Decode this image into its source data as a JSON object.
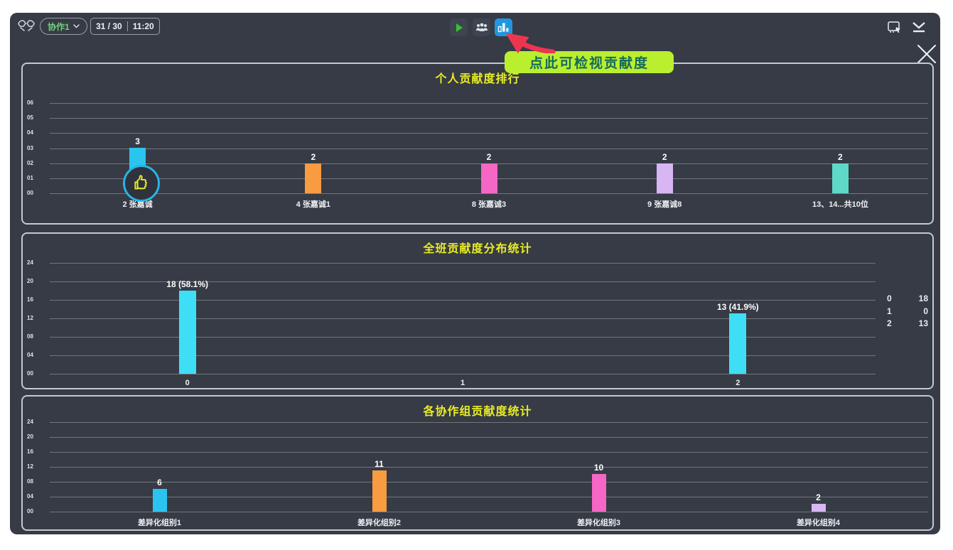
{
  "topbar": {
    "session_label": "协作1",
    "counter": "31 / 30",
    "time": "11:20",
    "tooltip": "点此可检视贡献度"
  },
  "icons": {
    "hands": "collaboration-hands",
    "play": "play-triangle",
    "people": "student-group",
    "chart": "bar-chart",
    "screen": "screen-select",
    "minimize": "collapse-down",
    "close": "close-x",
    "chevron": "chevron-down",
    "thumb": "thumbs-up"
  },
  "colors": {
    "background": "#363b45",
    "panel_border": "#c3c9d2",
    "title_yellow": "#e9ed25",
    "tooltip_bg": "#b9ef2f",
    "tooltip_text": "#156a5c",
    "arrow_red": "#ee3550",
    "active_icon_blue": "#2196e0",
    "play_green": "#35c42f",
    "session_green": "#72d079",
    "bar_cyan": "#2bc4ef",
    "bar_cyan_bright": "#3fdef7",
    "bar_orange": "#f89b41",
    "bar_pink": "#f566c5",
    "bar_lavender": "#d7b6f3",
    "bar_teal": "#5ed8c8"
  },
  "chart_data": [
    {
      "type": "bar",
      "title": "个人贡献度排行",
      "categories": [
        "2 张嘉诚",
        "4 张嘉诚1",
        "8 张嘉诚3",
        "9 张嘉诚8",
        "13、14...共10位"
      ],
      "values": [
        3,
        2,
        2,
        2,
        2
      ],
      "bar_colors": [
        "#2bc4ef",
        "#f89b41",
        "#f566c5",
        "#d7b6f3",
        "#5ed8c8"
      ],
      "ylim": [
        0,
        6
      ],
      "yticks": [
        "06",
        "05",
        "04",
        "03",
        "02",
        "01",
        "00"
      ],
      "grid": true,
      "legend": "none"
    },
    {
      "type": "bar",
      "title": "全班贡献度分布统计",
      "categories": [
        "0",
        "1",
        "2"
      ],
      "values": [
        18,
        0,
        13
      ],
      "value_labels": [
        "18 (58.1%)",
        "",
        "13 (41.9%)"
      ],
      "bar_colors": [
        "#3fdef7",
        "#3fdef7",
        "#3fdef7"
      ],
      "ylim": [
        0,
        24
      ],
      "yticks": [
        "24",
        "20",
        "16",
        "12",
        "08",
        "04",
        "00"
      ],
      "grid": true,
      "legend": "right-table",
      "side_table": [
        [
          "0",
          "18"
        ],
        [
          "1",
          "0"
        ],
        [
          "2",
          "13"
        ]
      ]
    },
    {
      "type": "bar",
      "title": "各协作组贡献度统计",
      "categories": [
        "差异化组别1",
        "差异化组别2",
        "差异化组别3",
        "差异化组别4"
      ],
      "values": [
        6,
        11,
        10,
        2
      ],
      "bar_colors": [
        "#2bc4ef",
        "#f89b41",
        "#f566c5",
        "#d7b6f3"
      ],
      "ylim": [
        0,
        24
      ],
      "yticks": [
        "24",
        "20",
        "16",
        "12",
        "08",
        "04",
        "00"
      ],
      "grid": true,
      "legend": "none"
    }
  ]
}
